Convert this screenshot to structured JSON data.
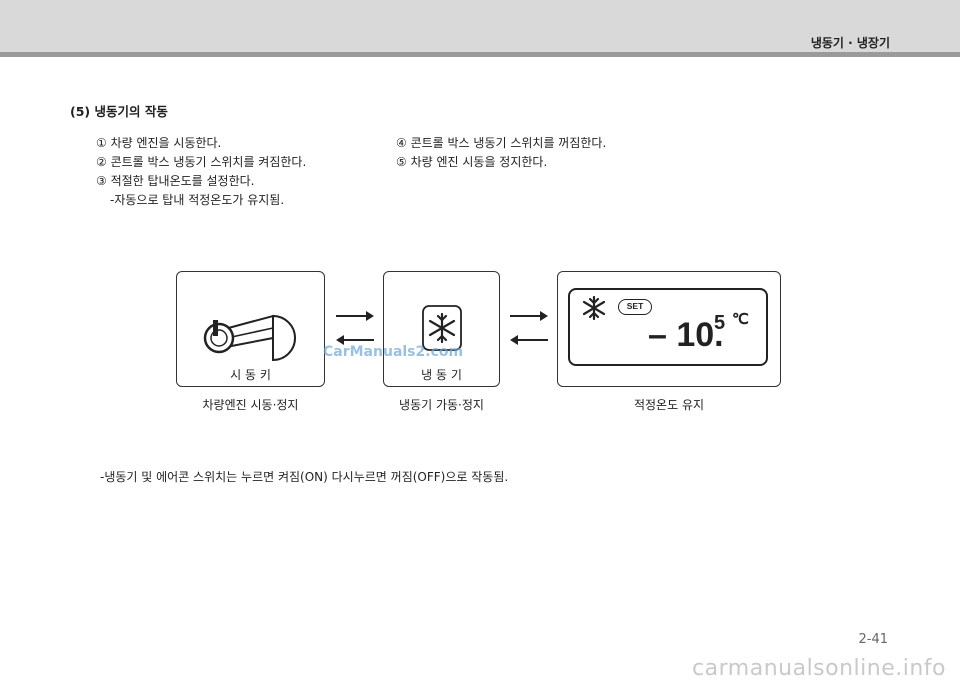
{
  "header": {
    "title": "냉동기 · 냉장기"
  },
  "section": {
    "title": "(5) 냉동기의 작동"
  },
  "steps_left": [
    "① 차량 엔진을 시동한다.",
    "② 콘트롤 박스 냉동기 스위치를 켜짐한다.",
    "③ 적절한 탑내온도를 설정한다."
  ],
  "steps_left_sub": "-자동으로 탑내 적정온도가 유지됨.",
  "steps_right": [
    "④ 콘트롤 박스 냉동기 스위치를 꺼짐한다.",
    "⑤ 차량 엔진 시동을 정지한다."
  ],
  "diagram": {
    "key_panel_label": "시 동 키",
    "freezer_panel_label": "냉 동 기",
    "display": {
      "set_label": "SET",
      "temp_main": "– 10.",
      "temp_decimal": "5",
      "temp_unit": "℃"
    },
    "captions": [
      "차량엔진 시동·정지",
      "냉동기 가동·정지",
      "적정온도 유지"
    ]
  },
  "footnote": "-냉동기 및 에어콘 스위치는 누르면 켜짐(ON) 다시누르면 꺼짐(OFF)으로 작동됨.",
  "page_number": "2-41",
  "watermark": "CarManuals2.com",
  "bottom_watermark": "carmanualsonline.info",
  "colors": {
    "topbar": "#d9d9d9",
    "topbar_line": "#9a9a9a",
    "watermark": "#6fa8d8"
  }
}
